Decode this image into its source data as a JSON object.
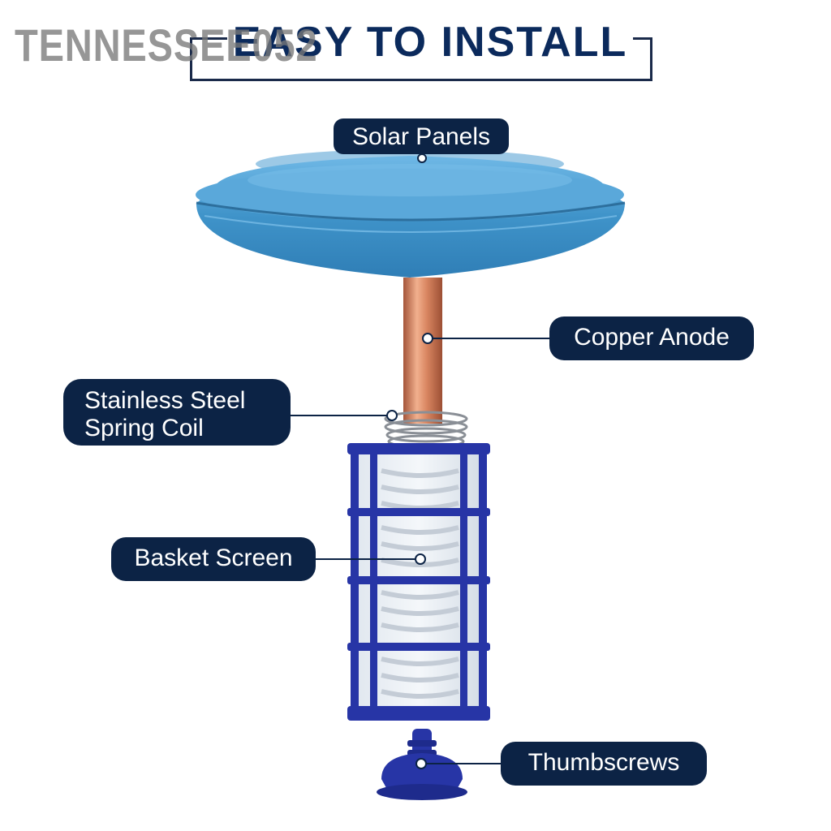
{
  "watermark": "TENNESSEE052",
  "title": "EASY TO INSTALL",
  "parts": {
    "solar_panels": "Solar Panels",
    "copper_anode": "Copper Anode",
    "spring_coil": "Stainless Steel\nSpring Coil",
    "basket_screen": "Basket Screen",
    "thumbscrews": "Thumbscrews"
  },
  "colors": {
    "label_bg": "#0c2345",
    "float_blue": "#3f93c9",
    "copper": "#c9754d",
    "basket_blue": "#2735a6"
  }
}
